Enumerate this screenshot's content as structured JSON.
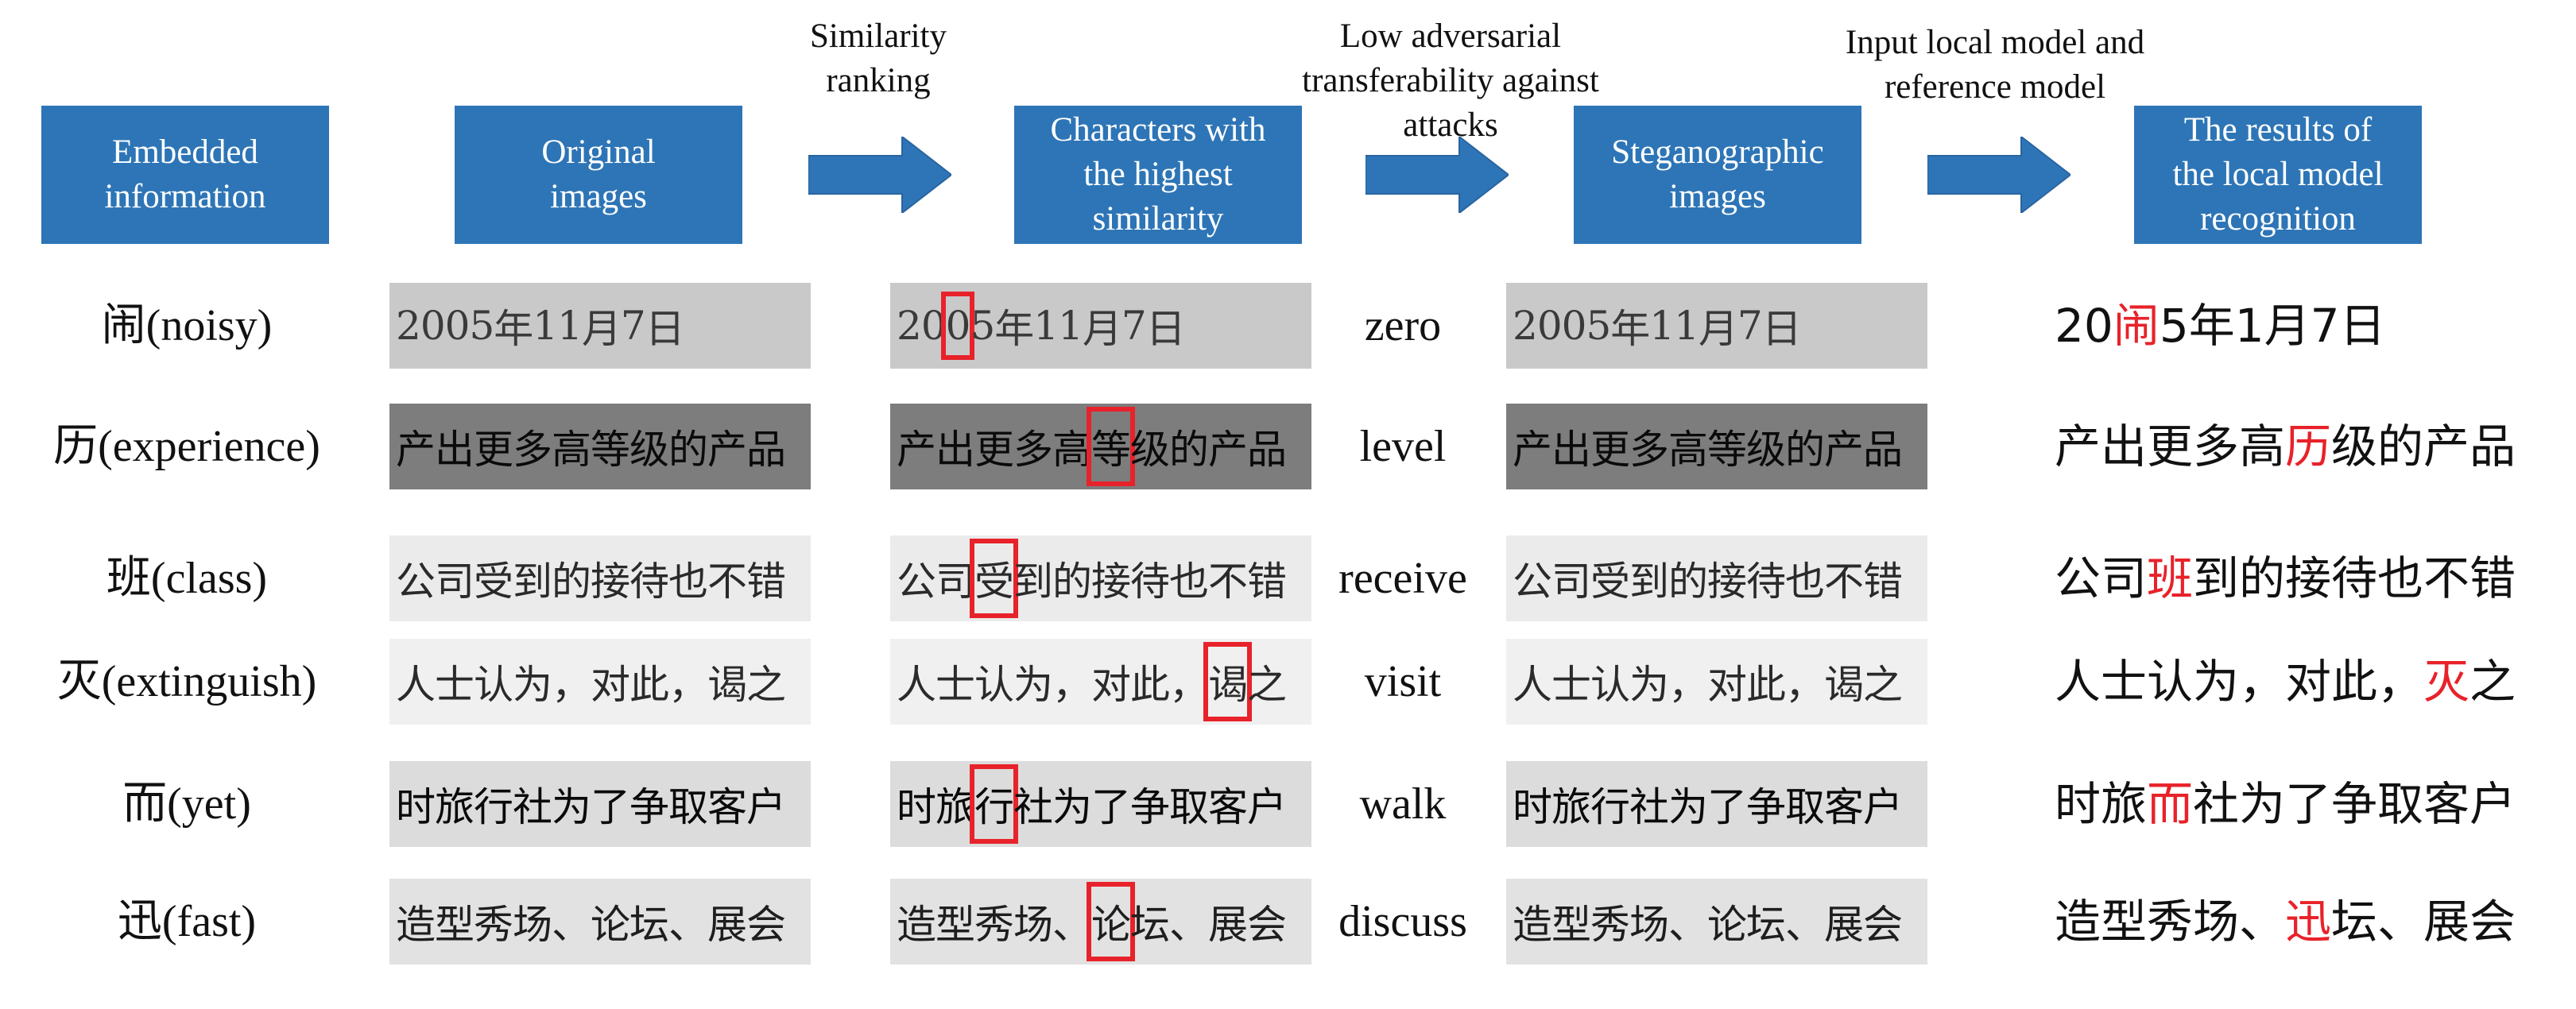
{
  "header_boxes": [
    "Embedded\ninformation",
    "Original\nimages",
    "Characters with\nthe highest\nsimilarity",
    "Steganographic\nimages",
    "The results of\nthe local model\nrecognition"
  ],
  "steps": [
    "Similarity\nranking",
    "Low adversarial\ntransferability against\nattacks",
    "Input local model and\nreference model"
  ],
  "colors": {
    "box": "#2d75b6",
    "arrow": "#2d75b6",
    "highlight": "#e8222a"
  },
  "rows": [
    {
      "label": "闹(noisy)",
      "word": "zero",
      "original_text": "2005年11月7日",
      "marked_index": 2,
      "result_pre": "20",
      "result_hl": "闹",
      "result_post": "5年1月7日",
      "strip_bg": "#c9c9c9",
      "strip_fg": "#3a3a3a"
    },
    {
      "label": "历(experience)",
      "word": "level",
      "original_text": "产出更多高等级的产品",
      "marked_index": 5,
      "result_pre": "产出更多高",
      "result_hl": "历",
      "result_post": "级的产品",
      "strip_bg": "#7d7d7d",
      "strip_fg": "#0a0a0a"
    },
    {
      "label": "班(class)",
      "word": "receive",
      "original_text": "公司受到的接待也不错",
      "marked_index": 2,
      "result_pre": "公司",
      "result_hl": "班",
      "result_post": "到的接待也不错",
      "strip_bg": "#ebebeb",
      "strip_fg": "#2a2a2a"
    },
    {
      "label": "灭(extinguish)",
      "word": "visit",
      "original_text": "人士认为，对此，谒之",
      "marked_index": 8,
      "result_pre": "人士认为，对此，",
      "result_hl": "灭",
      "result_post": "之",
      "strip_bg": "#f0f0f0",
      "strip_fg": "#2a2a2a"
    },
    {
      "label": "而(yet)",
      "word": "walk",
      "original_text": "时旅行社为了争取客户",
      "marked_index": 2,
      "result_pre": "时旅",
      "result_hl": "而",
      "result_post": "社为了争取客户",
      "strip_bg": "#dcdcdc",
      "strip_fg": "#0a0a0a"
    },
    {
      "label": "迅(fast)",
      "word": "discuss",
      "original_text": "造型秀场、论坛、展会",
      "marked_index": 5,
      "result_pre": "造型秀场、",
      "result_hl": "迅",
      "result_post": "坛、展会",
      "strip_bg": "#e2e2e2",
      "strip_fg": "#1e1e1e"
    }
  ]
}
